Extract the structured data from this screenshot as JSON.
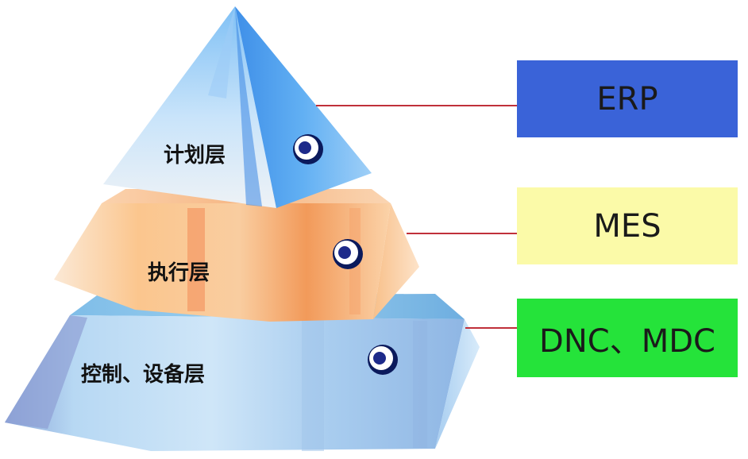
{
  "layers": [
    {
      "id": "plan",
      "label": "计划层"
    },
    {
      "id": "exec",
      "label": "执行层"
    },
    {
      "id": "control",
      "label": "控制、设备层"
    }
  ],
  "systems": [
    {
      "id": "erp",
      "label": "ERP",
      "color": "#3a63d8"
    },
    {
      "id": "mes",
      "label": "MES",
      "color": "#fbfaa8"
    },
    {
      "id": "dnc",
      "label": "DNC、MDC",
      "color": "#25e33a"
    }
  ],
  "colors": {
    "connector": "#c0303a",
    "plan_blue": "#5aa9f0",
    "exec_orange": "#f7b070",
    "base_blue": "#a9d2f2"
  }
}
